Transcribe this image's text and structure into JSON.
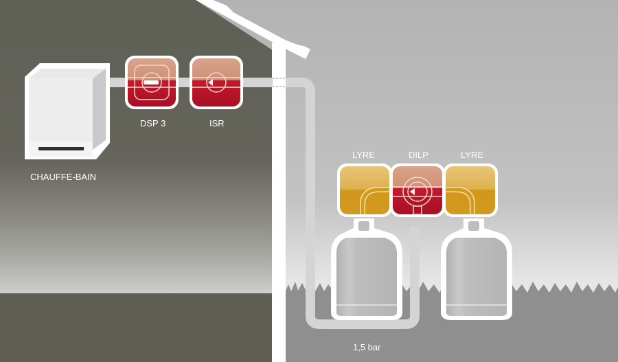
{
  "labels": {
    "heater": "CHAUFFE-BAIN",
    "dsp": "DSP 3",
    "isr": "ISR",
    "lyre_left": "LYRE",
    "dilp": "DILP",
    "lyre_right": "LYRE",
    "pressure": "1,5 bar"
  },
  "icons": {
    "heater": "water-heater-icon",
    "dsp": "pressure-regulator-icon",
    "isr": "safety-valve-icon",
    "lyre": "flexible-hose-icon",
    "dilp": "inverter-icon",
    "cylinder": "gas-bottle-icon"
  },
  "colors": {
    "wall_dark": "#5e5f52",
    "outside_gray": "#b8b8b8",
    "ground_gray": "#8f8f8f",
    "red": "#b5122a",
    "salmon": "#d4a085",
    "gold": "#d39a20",
    "pipe": "#d6d6d6",
    "white": "#ffffff"
  }
}
